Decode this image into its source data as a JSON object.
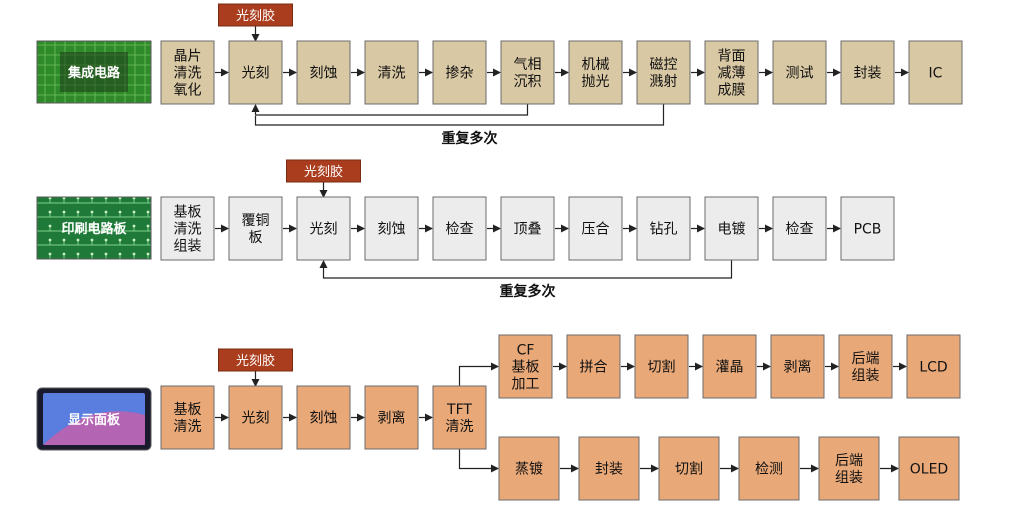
{
  "colors": {
    "ic_fill": "#d9c8a4",
    "pcb_fill": "#ececec",
    "display_fill": "#e8a878",
    "note_fill": "#a93d1e",
    "chip_green": "#2f8a2a",
    "board_green": "#1f7a3a",
    "screen_dark": "#1a1a2e",
    "screen_accent": "#5a7de0"
  },
  "rows": {
    "ic": {
      "product_label": "集成电路",
      "steps": [
        {
          "text": "晶片\n清洗\n氧化"
        },
        {
          "text": "光刻"
        },
        {
          "text": "刻蚀"
        },
        {
          "text": "清洗"
        },
        {
          "text": "掺杂"
        },
        {
          "text": "气相\n沉积"
        },
        {
          "text": "机械\n抛光"
        },
        {
          "text": "磁控\n溅射"
        },
        {
          "text": "背面\n减薄\n成膜"
        },
        {
          "text": "测试"
        },
        {
          "text": "封装"
        },
        {
          "text": "IC"
        }
      ],
      "input_note": "光刻胶",
      "repeat_label": "重复多次"
    },
    "pcb": {
      "product_label": "印刷电路板",
      "steps": [
        {
          "text": "基板\n清洗\n组装"
        },
        {
          "text": "覆铜\n板"
        },
        {
          "text": "光刻"
        },
        {
          "text": "刻蚀"
        },
        {
          "text": "检查"
        },
        {
          "text": "顶叠"
        },
        {
          "text": "压合"
        },
        {
          "text": "钻孔"
        },
        {
          "text": "电镀"
        },
        {
          "text": "检查"
        },
        {
          "text": "PCB"
        }
      ],
      "input_note": "光刻胶",
      "repeat_label": "重复多次"
    },
    "display": {
      "product_label": "显示面板",
      "steps": [
        {
          "text": "基板\n清洗"
        },
        {
          "text": "光刻"
        },
        {
          "text": "刻蚀"
        },
        {
          "text": "剥离"
        },
        {
          "text": "TFT\n清洗"
        }
      ],
      "input_note": "光刻胶",
      "branch_lcd": [
        {
          "text": "CF\n基板\n加工"
        },
        {
          "text": "拼合"
        },
        {
          "text": "切割"
        },
        {
          "text": "灌晶"
        },
        {
          "text": "剥离"
        },
        {
          "text": "后端\n组装"
        },
        {
          "text": "LCD"
        }
      ],
      "branch_oled": [
        {
          "text": "蒸镀"
        },
        {
          "text": "封装"
        },
        {
          "text": "切割"
        },
        {
          "text": "检测"
        },
        {
          "text": "后端\n组装"
        },
        {
          "text": "OLED"
        }
      ]
    }
  }
}
